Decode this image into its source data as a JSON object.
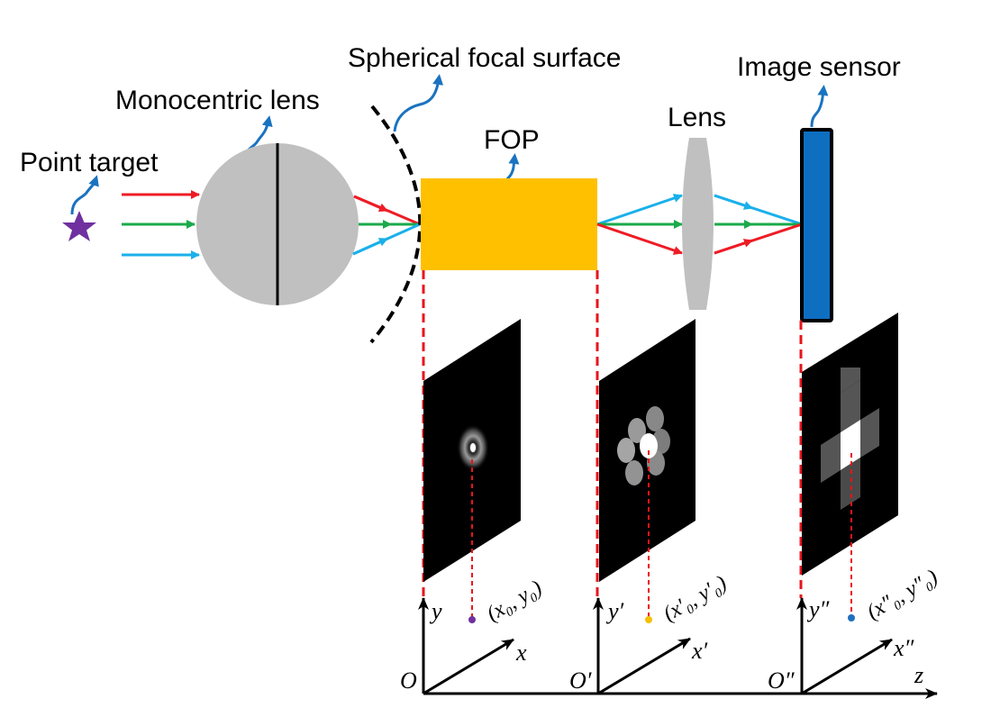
{
  "labels": {
    "point_target": "Point target",
    "monocentric_lens": "Monocentric lens",
    "spherical_focal_surface": "Spherical focal surface",
    "fop": "FOP",
    "lens": "Lens",
    "image_sensor": "Image sensor"
  },
  "planes": [
    {
      "origin": "O",
      "y_axis": "y",
      "x_axis": "x",
      "point": "(x₀, y₀)",
      "point_color": "#7030a0",
      "pattern": "airy-ring"
    },
    {
      "origin": "O′",
      "y_axis": "y′",
      "x_axis": "x′",
      "point": "(x′₀, y′₀)",
      "point_color": "#f5c000",
      "pattern": "hexagonal-fiber-cluster"
    },
    {
      "origin": "O″",
      "y_axis": "y″",
      "x_axis": "x″",
      "point": "(x″₀, y″₀)",
      "point_color": "#1f6fc0",
      "pattern": "pixel-cross"
    }
  ],
  "z_axis": "z",
  "colors": {
    "ray_red": "#ee1c25",
    "ray_green": "#1aaa4a",
    "ray_blue": "#1ab0ea",
    "star": "#7030a0",
    "pointer": "#1a73c0",
    "fop": "#ffc000",
    "sensor": "#0e6fc1",
    "lens_gray": "#c0c0c0",
    "guide_red": "#e8141c"
  }
}
